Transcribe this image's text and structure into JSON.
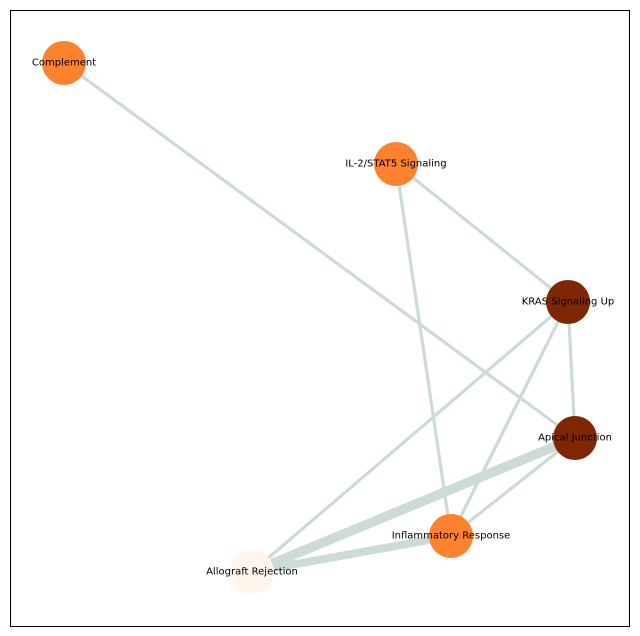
{
  "graph": {
    "edge_color": "#cddbd6",
    "frame_color": "#000000",
    "nodes": [
      {
        "id": "complement",
        "label": "Complement",
        "color": "#fd8230"
      },
      {
        "id": "il2",
        "label": "IL-2/STAT5 Signaling",
        "color": "#fd8230"
      },
      {
        "id": "kras",
        "label": "KRAS Signaling Up",
        "color": "#7f2704"
      },
      {
        "id": "apical",
        "label": "Apical Junction",
        "color": "#7f2704"
      },
      {
        "id": "inflammatory",
        "label": "Inflammatory Response",
        "color": "#fd8230"
      },
      {
        "id": "allograft",
        "label": "Allograft Rejection",
        "color": "#fff5eb"
      }
    ],
    "edges": [
      {
        "source": "complement",
        "target": "apical",
        "weight": 1
      },
      {
        "source": "il2",
        "target": "kras",
        "weight": 1
      },
      {
        "source": "il2",
        "target": "inflammatory",
        "weight": 1
      },
      {
        "source": "kras",
        "target": "apical",
        "weight": 1
      },
      {
        "source": "kras",
        "target": "inflammatory",
        "weight": 1
      },
      {
        "source": "kras",
        "target": "allograft",
        "weight": 1
      },
      {
        "source": "apical",
        "target": "inflammatory",
        "weight": 1
      },
      {
        "source": "apical",
        "target": "allograft",
        "weight": 3
      },
      {
        "source": "inflammatory",
        "target": "allograft",
        "weight": 2.5
      }
    ]
  }
}
